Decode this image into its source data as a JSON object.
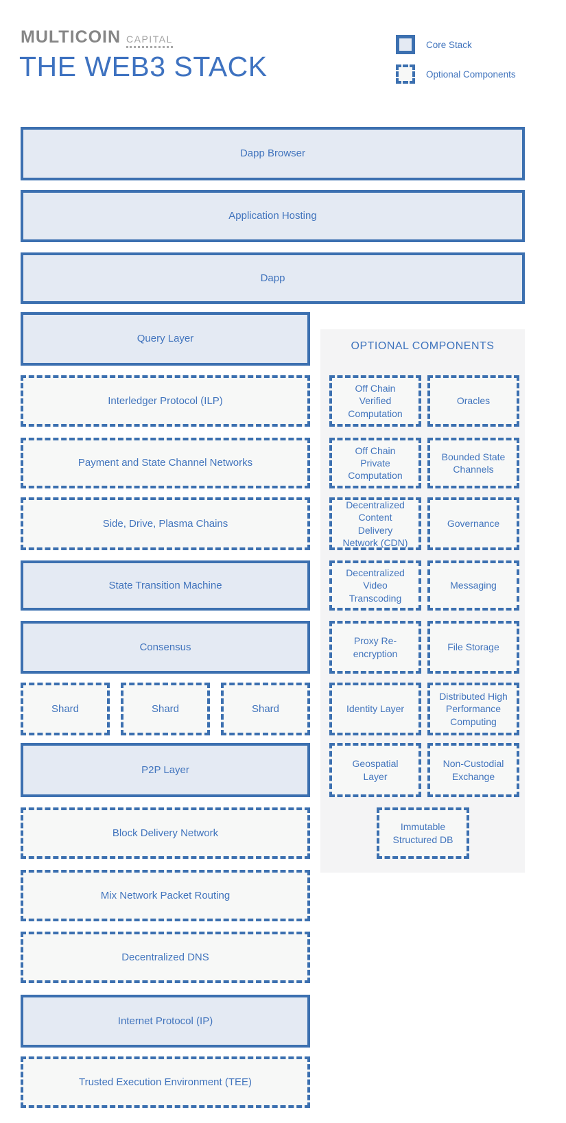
{
  "header": {
    "logo_primary": "MULTICOIN",
    "logo_secondary": "CAPITAL",
    "title": "THE WEB3 STACK"
  },
  "legend": {
    "core_label": "Core Stack",
    "optional_label": "Optional Components"
  },
  "colors": {
    "border_blue": "#3c70b0",
    "core_fill": "#e4eaf3",
    "optional_fill": "#f7f8f7",
    "panel_background": "#f4f4f5",
    "text_blue": "#4174bd",
    "title_blue": "#3e72c0",
    "logo_gray": "#868686"
  },
  "stack": {
    "items": [
      {
        "label": "Dapp Browser",
        "type": "core"
      },
      {
        "label": "Application Hosting",
        "type": "core"
      },
      {
        "label": "Dapp",
        "type": "core"
      },
      {
        "label": "Query Layer",
        "type": "core"
      },
      {
        "label": "Interledger Protocol (ILP)",
        "type": "optional"
      },
      {
        "label": "Payment and State Channel Networks",
        "type": "optional"
      },
      {
        "label": "Side, Drive, Plasma Chains",
        "type": "optional"
      },
      {
        "label": "State Transition Machine",
        "type": "core"
      },
      {
        "label": "Consensus",
        "type": "core"
      },
      {
        "label": "Shard",
        "type": "optional"
      },
      {
        "label": "Shard",
        "type": "optional"
      },
      {
        "label": "Shard",
        "type": "optional"
      },
      {
        "label": "P2P Layer",
        "type": "core"
      },
      {
        "label": "Block Delivery Network",
        "type": "optional"
      },
      {
        "label": "Mix Network Packet Routing",
        "type": "optional"
      },
      {
        "label": "Decentralized DNS",
        "type": "optional"
      },
      {
        "label": "Internet Protocol (IP)",
        "type": "core"
      },
      {
        "label": "Trusted Execution Environment (TEE)",
        "type": "optional"
      }
    ]
  },
  "optional_panel": {
    "title": "OPTIONAL COMPONENTS",
    "items": [
      {
        "label": "Off Chain Verified Computation"
      },
      {
        "label": "Oracles"
      },
      {
        "label": "Off Chain Private Computation"
      },
      {
        "label": "Bounded State Channels"
      },
      {
        "label": "Decentralized Content Delivery Network (CDN)"
      },
      {
        "label": "Governance"
      },
      {
        "label": "Decentralized Video Transcoding"
      },
      {
        "label": "Messaging"
      },
      {
        "label": "Proxy Re-encryption"
      },
      {
        "label": "File Storage"
      },
      {
        "label": "Identity Layer"
      },
      {
        "label": "Distributed High Performance Computing"
      },
      {
        "label": "Geospatial Layer"
      },
      {
        "label": "Non-Custodial Exchange"
      },
      {
        "label": "Immutable Structured DB"
      }
    ]
  }
}
